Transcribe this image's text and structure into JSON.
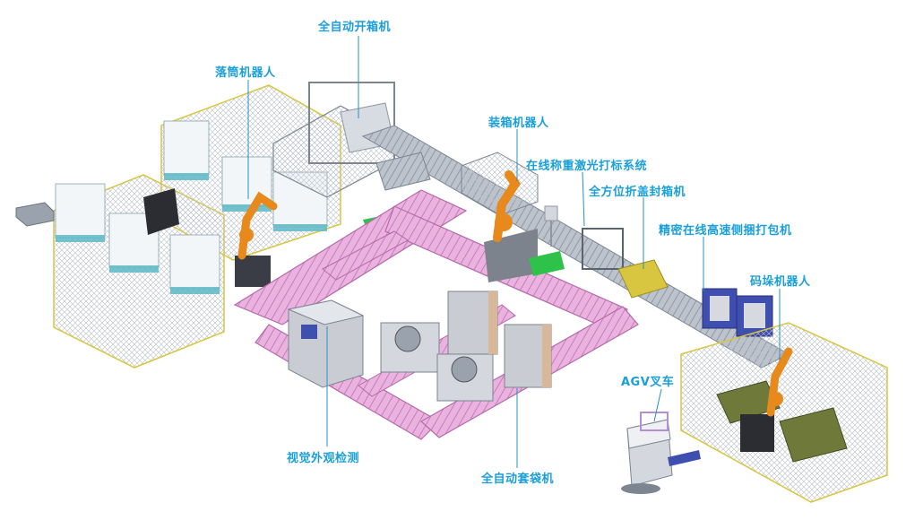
{
  "labels": {
    "auto_case_erector": "全自动开箱机",
    "doffing_robot": "落筒机器人",
    "case_packing_robot": "装箱机器人",
    "online_weighing_laser_marking": "在线称重激光打标系统",
    "omni_flap_case_sealer": "全方位折盖封箱机",
    "precision_side_strapping": "精密在线高速侧捆打包机",
    "palletizing_robot": "码垛机器人",
    "agv_forklift": "AGV叉车",
    "vision_inspection": "视觉外观检测",
    "auto_bagging_machine": "全自动套袋机"
  },
  "colors": {
    "callout_text": "#1a9fd8",
    "leader_line": "#2a8fc0",
    "conveyor_pink": "#e8a0d8",
    "conveyor_edge": "#b56aa8",
    "fence_yellow": "#d8c640",
    "robot_orange": "#e8891c",
    "cabinet_gray": "#c9ccd3",
    "spool_white": "#f3f6f8",
    "spool_teal": "#5fb9c8",
    "pallet_olive": "#6f7a3a",
    "machine_blue": "#3f4fb0",
    "green_marker": "#2fc24a"
  }
}
